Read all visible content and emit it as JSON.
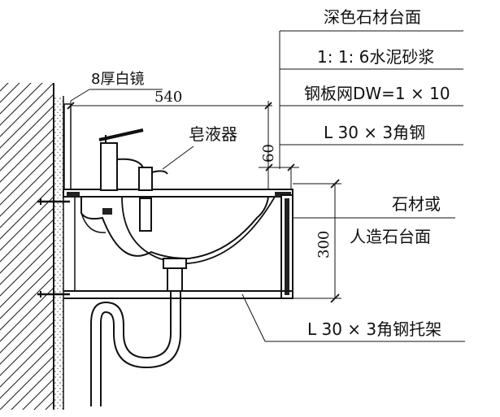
{
  "labels": {
    "countertop": "深色石材台面",
    "mortar": "1: 1: 6水泥砂浆",
    "steel_mesh": "钢板网DW=1 × 10",
    "angle_steel": "L 30 × 3角钢",
    "mirror": "8厚白镜",
    "soap_dispenser": "皂液器",
    "stone_or": "石材或",
    "artificial_stone": "人造石台面",
    "bracket": "L 30 × 3角钢托架"
  },
  "dimensions": {
    "width": "540",
    "thickness": "60",
    "height": "300"
  }
}
